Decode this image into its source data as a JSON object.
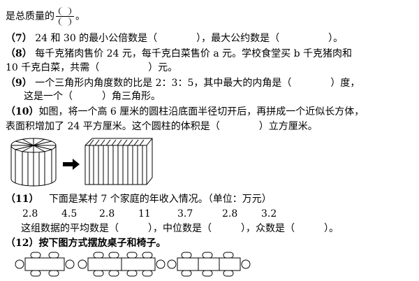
{
  "intro": {
    "text": "是总质量的",
    "end": "。"
  },
  "q7": {
    "num": "（7）",
    "text": "24 和 30 的最小公倍数是（　　　　），最大公约数是（　　　　　）。"
  },
  "q8": {
    "num": "（8）",
    "line1": "每千克猪肉售价 24 元，每千克白菜售价 a 元。学校食堂买 b 千克猪肉和",
    "line2": "10 千克白菜，共需（　　　　　）元。"
  },
  "q9": {
    "num": "（9）",
    "line1": "一个三角形内角度数的比是 2：3：5，其中最大的内角是（　　　　）度，",
    "line2": "这是一个（　　　）角三角形。"
  },
  "q10": {
    "num": "（10）",
    "line1": "如图，将一个高 6 厘米的圆柱沿底面半径切开后，再拼成一个近似长方体，",
    "line2": "表面积增加了 24 平方厘米。这个圆柱的体积是（　　　　）立方厘米。"
  },
  "q11": {
    "num": "（11）",
    "text": "下面是某村 7 个家庭的年收入情况。（单位：万元）",
    "values": [
      "2.8",
      "4.5",
      "2.8",
      "11",
      "3.7",
      "2.8",
      "3.2"
    ],
    "line3": "这组数据的平均数是（　　　），中位数是（　　　），众数是（　　　）。"
  },
  "q12": {
    "num": "（12）",
    "text": "按下图方式摆放桌子和椅子。"
  }
}
